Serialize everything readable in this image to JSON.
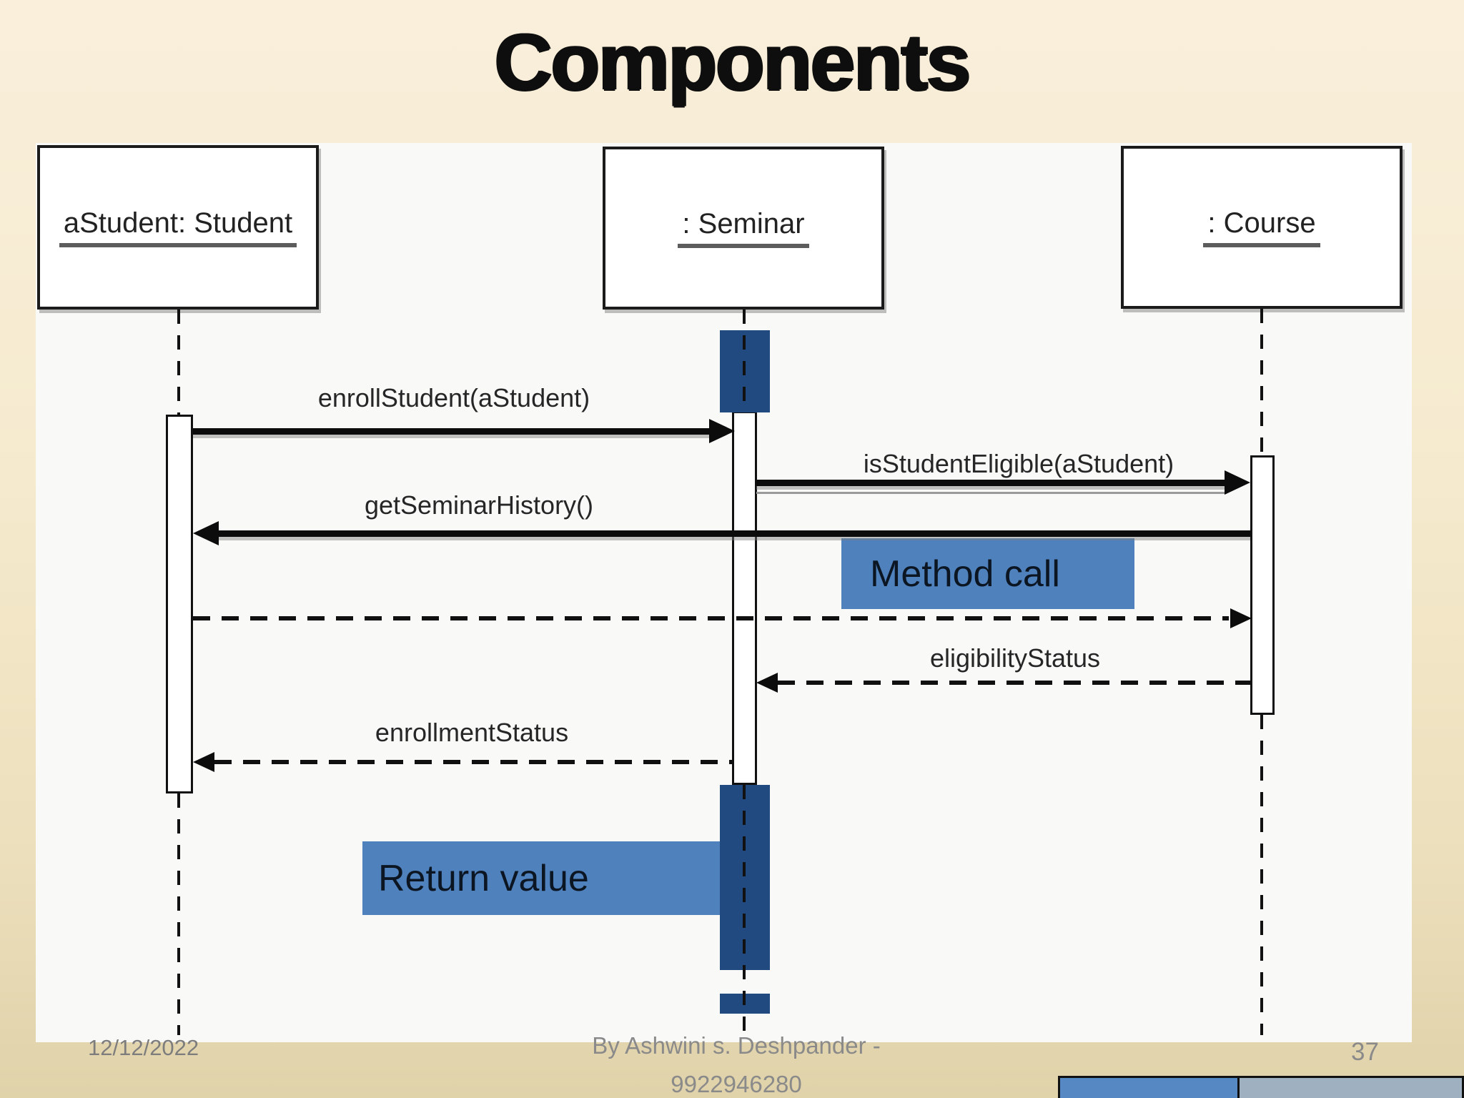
{
  "slide": {
    "title": "Components",
    "footer": {
      "date": "12/12/2022",
      "byline_line1": "By Ashwini s. Deshpander -",
      "byline_line2": "9922946280",
      "page_number": "37"
    }
  },
  "diagram": {
    "type": "uml-sequence-diagram",
    "objects": [
      {
        "id": "student",
        "label": "aStudent: Student"
      },
      {
        "id": "seminar",
        "label": ": Seminar"
      },
      {
        "id": "course",
        "label": ": Course"
      }
    ],
    "messages": [
      {
        "id": "enroll",
        "label": "enrollStudent(aStudent)",
        "kind": "synchronous-call",
        "from": "student",
        "to": "seminar"
      },
      {
        "id": "eligible",
        "label": "isStudentEligible(aStudent)",
        "kind": "synchronous-call",
        "from": "seminar",
        "to": "course"
      },
      {
        "id": "history",
        "label": "getSeminarHistory()",
        "kind": "synchronous-call",
        "from": "course",
        "to": "student"
      },
      {
        "id": "history-return",
        "label": "",
        "kind": "return",
        "from": "student",
        "to": "course"
      },
      {
        "id": "eligibility-return",
        "label": "eligibilityStatus",
        "kind": "return",
        "from": "course",
        "to": "seminar"
      },
      {
        "id": "enrollment-return",
        "label": "enrollmentStatus",
        "kind": "return",
        "from": "seminar",
        "to": "student"
      }
    ],
    "annotations": [
      {
        "label": "Method call"
      },
      {
        "label": "Return value"
      }
    ],
    "colors": {
      "annotation_fill": "#4f81bd",
      "highlight_fill": "#214b80",
      "panel": "#f9f9f7",
      "background_top": "#f9efdb",
      "background_bottom": "#e0d2a9",
      "footer_text": "#7f7f7f",
      "page_bar_left": "#5688c3",
      "page_bar_right": "#9fb0c1"
    }
  }
}
